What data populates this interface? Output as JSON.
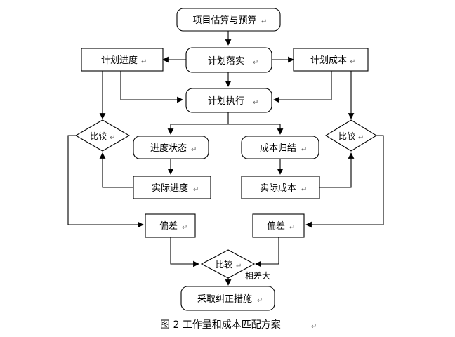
{
  "nodes": {
    "estimate": "项目估算与预算",
    "plan_implement": "计划落实",
    "plan_schedule": "计划进度",
    "plan_cost": "计划成本",
    "plan_execute": "计划执行",
    "compare_left": "比较",
    "compare_right": "比较",
    "progress_status": "进度状态",
    "cost_summary": "成本归结",
    "actual_progress": "实际进度",
    "actual_cost": "实际成本",
    "deviation_left": "偏差",
    "deviation_right": "偏差",
    "compare_bottom": "比较",
    "corrective": "采取纠正措施"
  },
  "labels": {
    "large_difference": "相差大"
  },
  "caption": "图 2  工作量和成本匹配方案",
  "paragraph_mark": "↵"
}
